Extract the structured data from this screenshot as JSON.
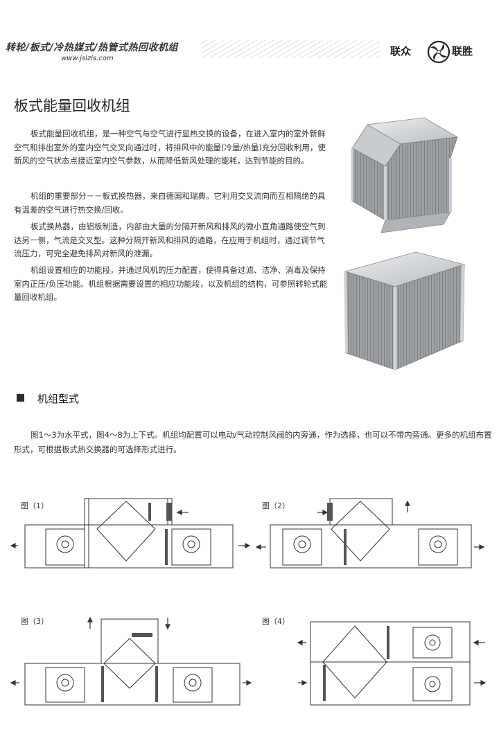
{
  "header": {
    "series_title": "转轮/板式/冷热媒式/热管式热回收机组",
    "website": "www.jslzls.com",
    "brand_left": "联众",
    "brand_right": "联胜",
    "logo_icon": "fan-swirl-logo"
  },
  "page_title": "板式能量回收机组",
  "paragraphs": [
    "板式能量回收机组，是一种空气与空气进行显热交换的设备，在进入室内的室外新鲜空气和排出室外的室内空气交叉向通过时，将排风中的能量(冷量/热量)充分回收利用，使新风的空气状态点接近室内空气参数，从而降低新风处理的能耗，达到节能的目的。",
    "机组的重要部分－－板式换热器，来自德国和瑞典。它利用交叉流向而互相隔绝的具有温差的空气进行热交换/回收。",
    "板式换热器，由铝板制造，内部由大量的分隔开新风和排风的微小直角通路使空气到达另一侧，气流是交叉型。这种分隔开新风和排风的通路，在应用于机组时，通过调节气流压力，可完全避免排风对新风的泄漏。",
    "机组设置相应的功能段，并通过风机的压力配置，使得具备过滤、洁净、消毒及保持室内正压/负压功能。机组根据需要设置的相应功能段，以及机组的结构，可参照转轮式能量回收机组。"
  ],
  "section": {
    "title": "机组型式",
    "intro": "图1～3为水平式，图4～8为上下式。机组均配置可以电动/气动控制风阀的内旁通，作为选择，也可以不带内旁通。更多的机组布置形式，可根据板式热交换器的可选择形式进行。"
  },
  "figures": [
    {
      "label": "图（1）"
    },
    {
      "label": "图（2）"
    },
    {
      "label": "图（3）"
    },
    {
      "label": "图（4）"
    }
  ],
  "colors": {
    "text": "#222222",
    "line": "#333333",
    "metal_light": "#d8dadd",
    "metal_dark": "#8e9297"
  }
}
